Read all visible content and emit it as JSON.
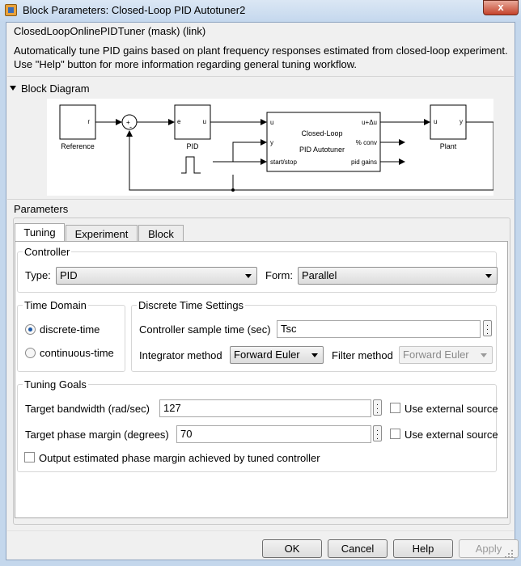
{
  "window": {
    "title": "Block Parameters: Closed-Loop PID Autotuner2",
    "close_glyph": "x"
  },
  "mask": {
    "title": "ClosedLoopOnlinePIDTuner (mask) (link)",
    "description_line1": "Automatically tune PID gains based on plant frequency responses estimated from closed-loop experiment.",
    "description_line2": "Use \"Help\" button for more information regarding general tuning workflow."
  },
  "block_diagram": {
    "header": "Block Diagram",
    "reference_label": "Reference",
    "reference_port": "r",
    "sum_plus": "+",
    "sum_minus": "-",
    "pid_label": "PID",
    "pid_in": "e",
    "pid_out": "u",
    "tuner_title_1": "Closed-Loop",
    "tuner_title_2": "PID Autotuner",
    "tuner_in_u": "u",
    "tuner_in_y": "y",
    "tuner_in_start": "start/stop",
    "tuner_out_du": "u+Δu",
    "tuner_out_conv": "% conv",
    "tuner_out_gains": "pid gains",
    "plant_label": "Plant",
    "plant_in": "u",
    "plant_out": "y"
  },
  "parameters": {
    "header": "Parameters",
    "tabs": [
      {
        "label": "Tuning",
        "active": true
      },
      {
        "label": "Experiment",
        "active": false
      },
      {
        "label": "Block",
        "active": false
      }
    ]
  },
  "controller": {
    "group_label": "Controller",
    "type_label": "Type:",
    "type_value": "PID",
    "form_label": "Form:",
    "form_value": "Parallel"
  },
  "time_domain": {
    "group_label": "Time Domain",
    "options": [
      {
        "label": "discrete-time",
        "selected": true
      },
      {
        "label": "continuous-time",
        "selected": false
      }
    ]
  },
  "discrete_settings": {
    "group_label": "Discrete Time Settings",
    "sample_time_label": "Controller sample time (sec)",
    "sample_time_value": "Tsc",
    "integrator_label": "Integrator method",
    "integrator_value": "Forward Euler",
    "filter_label": "Filter method",
    "filter_value": "Forward Euler"
  },
  "tuning_goals": {
    "group_label": "Tuning Goals",
    "bandwidth_label": "Target bandwidth (rad/sec)",
    "bandwidth_value": "127",
    "phase_label": "Target phase margin (degrees)",
    "phase_value": "70",
    "external_source_label": "Use external source",
    "output_phase_label": "Output estimated phase margin achieved by tuned controller"
  },
  "buttons": {
    "ok": "OK",
    "cancel": "Cancel",
    "help": "Help",
    "apply": "Apply"
  },
  "colors": {
    "titlebar": "#c5d8ee",
    "close_button": "#c5432b",
    "radio_selected": "#1f5aa8"
  }
}
